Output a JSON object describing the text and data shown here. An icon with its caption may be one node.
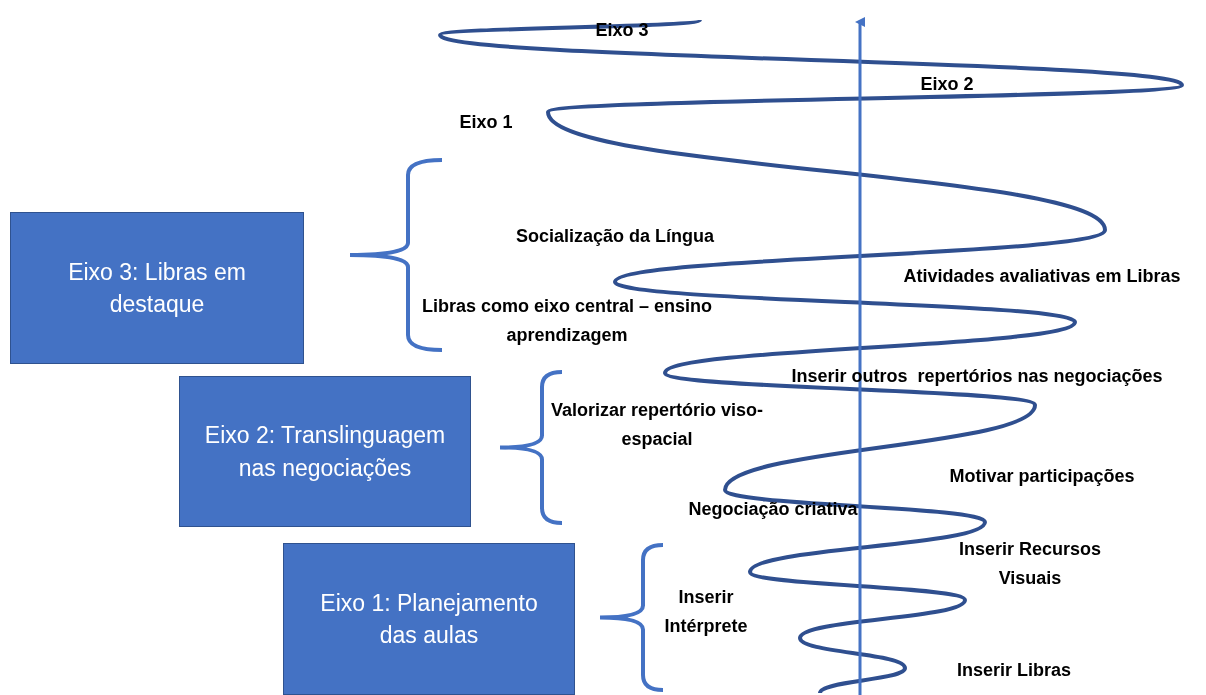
{
  "diagram": {
    "nodes": [
      {
        "text": [
          "Eixo 3: Libras em destaque"
        ]
      },
      {
        "text": [
          "Eixo 2: Translinguagem nas negociações"
        ]
      },
      {
        "text": [
          "Eixo 1: Planejamento das aulas"
        ]
      }
    ],
    "edges": [],
    "labels": [
      "Eixo 3",
      "Eixo 2",
      "Eixo 1",
      "Socialização da Língua",
      "Atividades avaliativas em Libras",
      "Libras como eixo central – ensino aprendizagem",
      "Inserir outros  repertórios nas negociações",
      "Valorizar repertório viso-espacial",
      "Motivar participações",
      "Negociação criativa",
      "Inserir Recursos Visuais",
      "Inserir Intérprete",
      "Inserir Libras"
    ]
  }
}
